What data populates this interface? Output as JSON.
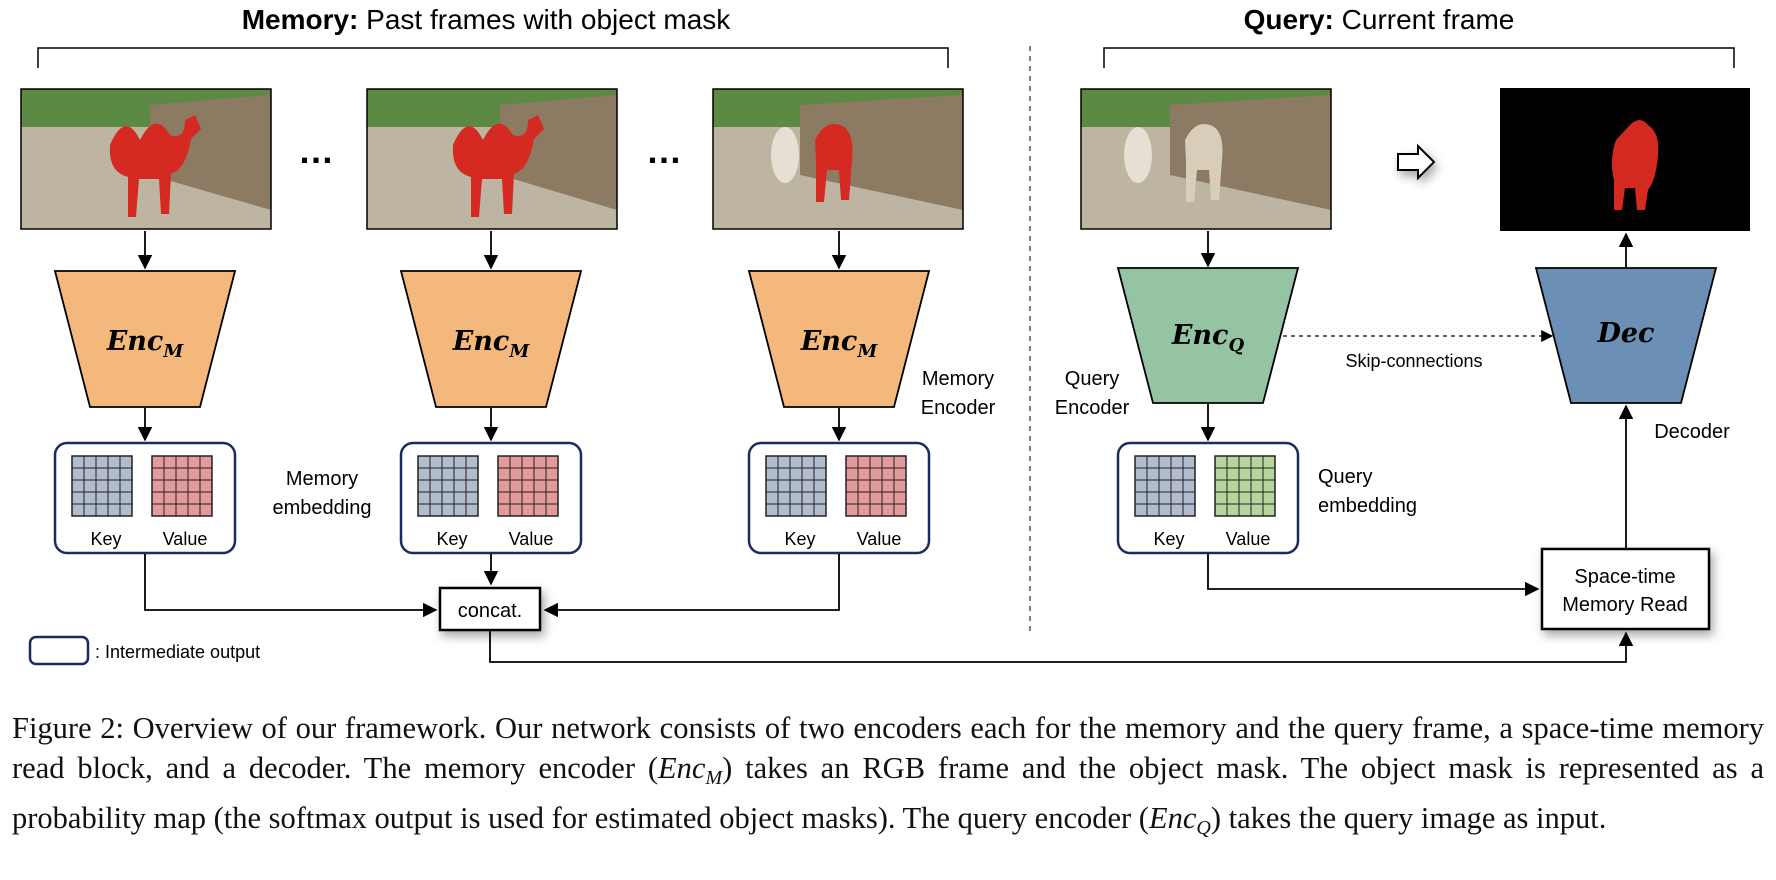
{
  "memory_header": {
    "bold": "Memory:",
    "rest": "Past frames with object mask"
  },
  "query_header": {
    "bold": "Query:",
    "rest": "Current frame"
  },
  "ellipsis": "…",
  "enc_m": {
    "base": "Enc",
    "sub": "M"
  },
  "enc_q": {
    "base": "Enc",
    "sub": "Q"
  },
  "dec": "Dec",
  "embed": {
    "key": "Key",
    "value": "Value"
  },
  "labels": {
    "memory_encoder": [
      "Memory",
      "Encoder"
    ],
    "query_encoder": [
      "Query",
      "Encoder"
    ],
    "memory_embedding": [
      "Memory",
      "embedding"
    ],
    "query_embedding": [
      "Query",
      "embedding"
    ],
    "decoder": "Decoder",
    "skip": "Skip-connections",
    "concat": "concat.",
    "read": [
      "Space-time",
      "Memory Read"
    ],
    "legend": ": Intermediate output"
  },
  "colors": {
    "enc_m": "#f4b87c",
    "enc_q": "#95c4a3",
    "dec": "#6b8fb5",
    "key_grid": "#b1bccc",
    "value_mem": "#e39a9a",
    "value_query": "#b6d69e",
    "outline": "#1a2c5e",
    "mask": "#d42a22"
  },
  "caption": {
    "p1": "Figure 2: Overview of our framework. Our network consists of two encoders each for the memory and the query frame, a space-time memory read block, and a decoder. The memory encoder (",
    "m1": "Enc",
    "m1_sub": "M",
    "p2": ") takes an RGB frame and the object mask. The object mask is represented as a probability map (the softmax output is used for estimated object masks). The query encoder (",
    "m2": "Enc",
    "m2_sub": "Q",
    "p3": ") takes the query image as input."
  }
}
